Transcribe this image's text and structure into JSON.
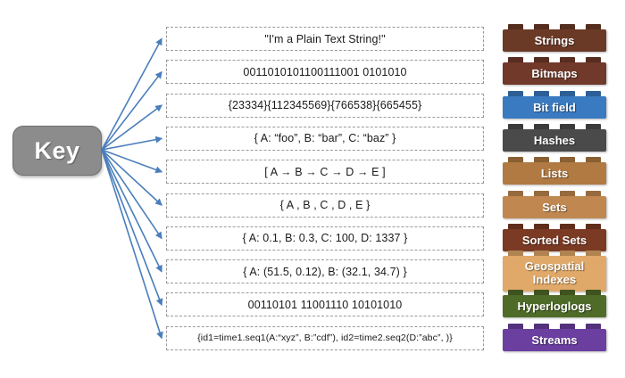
{
  "diagram": {
    "key": {
      "label": "Key",
      "color": "#8c8c8c"
    },
    "arrow_color": "#4a7ebb",
    "rows": [
      {
        "value": "\"I'm a Plain Text String!\"",
        "type_label": "Strings",
        "brick_color": "#6b3a27",
        "two_line": false,
        "small": false
      },
      {
        "value": "0011010101100111001 0101010",
        "type_label": "Bitmaps",
        "brick_color": "#70392a",
        "two_line": false,
        "small": false
      },
      {
        "value": "{23334}{112345569}{766538}{665455}",
        "type_label": "Bit field",
        "brick_color": "#3a7ac0",
        "two_line": false,
        "small": false
      },
      {
        "value": "{ A: “foo”, B: “bar”, C: “baz”  }",
        "type_label": "Hashes",
        "brick_color": "#4a4a4a",
        "two_line": false,
        "small": false
      },
      {
        "value": "[ A → B → C → D → E ]",
        "type_label": "Lists",
        "brick_color": "#b07a42",
        "two_line": false,
        "small": false
      },
      {
        "value": "{  A , B , C , D , E  }",
        "type_label": "Sets",
        "brick_color": "#c08850",
        "two_line": false,
        "small": false
      },
      {
        "value": "{ A: 0.1, B: 0.3, C: 100, D: 1337 }",
        "type_label": "Sorted Sets",
        "brick_color": "#7a3a23",
        "two_line": false,
        "small": false
      },
      {
        "value": "{ A: (51.5, 0.12), B: (32.1, 34.7)  }",
        "type_label": "Geospatial Indexes",
        "type_label_line1": "Geospatial",
        "type_label_line2": "Indexes",
        "brick_color": "#e0a969",
        "two_line": true,
        "small": false
      },
      {
        "value": "00110101 11001110 10101010",
        "type_label": "Hyperloglogs",
        "brick_color": "#4f6b28",
        "two_line": false,
        "small": false
      },
      {
        "value": "{id1=time1.seq1(A:“xyz”, B:”cdf”), id2=time2.seq2(D:”abc”, )}",
        "type_label": "Streams",
        "brick_color": "#6b3fa0",
        "two_line": false,
        "small": true
      }
    ]
  }
}
